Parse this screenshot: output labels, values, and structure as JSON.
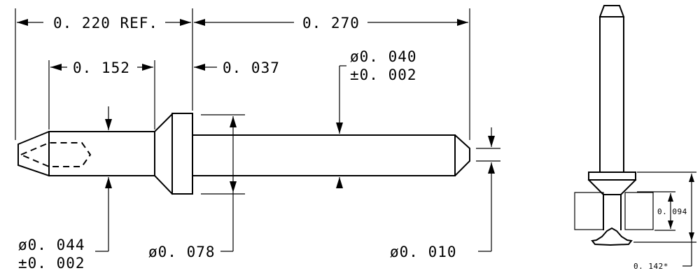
{
  "dimensions": {
    "ref_length": "0. 220 REF.",
    "shaft_length": "0. 270",
    "tip_length": "0. 152",
    "head_thickness": "0. 037",
    "shaft_diameter": "ø0. 040",
    "shaft_diameter_tol": "±0. 002",
    "tip_diameter": "ø0. 044",
    "tip_diameter_tol": "±0. 002",
    "head_diameter": "ø0. 078",
    "point_diameter": "ø0. 010",
    "insert_depth": "0. 094",
    "overall_insert": "0. 142*"
  }
}
